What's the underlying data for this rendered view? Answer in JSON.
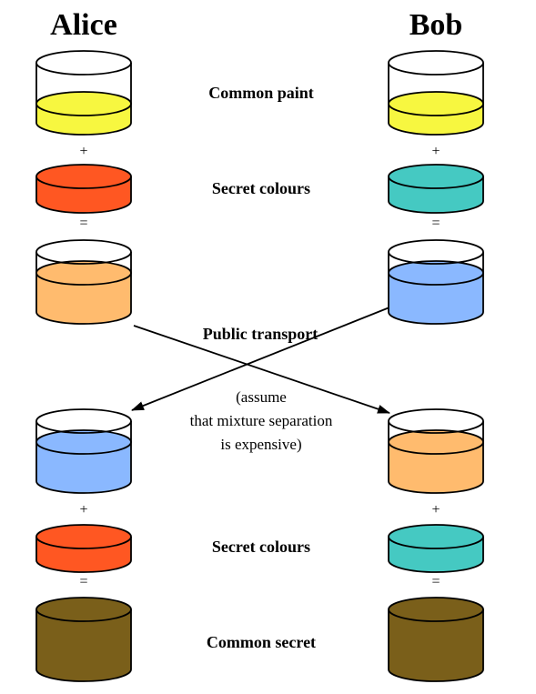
{
  "parties": {
    "left": "Alice",
    "right": "Bob"
  },
  "steps": {
    "common_paint": "Common paint",
    "secret_colours_top": "Secret colours",
    "public_transport": "Public transport",
    "secret_colours_bottom": "Secret colours",
    "common_secret": "Common secret"
  },
  "operators": {
    "plus": "+",
    "equals": "="
  },
  "note": {
    "line1": "(assume",
    "line2": "that mixture separation",
    "line3": "is expensive)"
  },
  "colors": {
    "yellow": "#f7f740",
    "alice_secret": "#ff5722",
    "bob_secret": "#45c9c2",
    "orange_mix": "#ffbb6e",
    "blue_mix": "#8ab8ff",
    "common_secret": "#7a5f1a",
    "outline": "#000000"
  }
}
